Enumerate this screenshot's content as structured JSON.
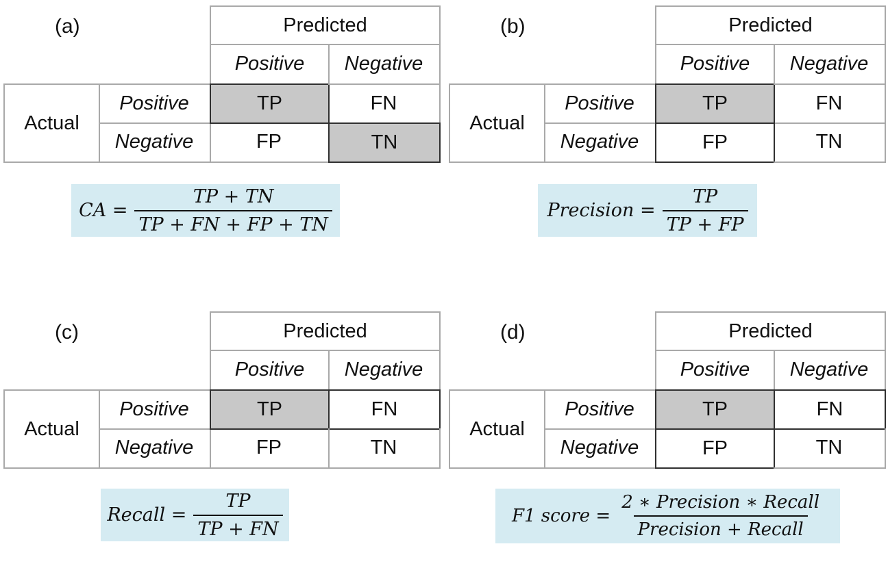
{
  "panels": [
    {
      "label": "(a)",
      "header": "Predicted",
      "col_labels": [
        "Positive",
        "Negative"
      ],
      "row_group_label": "Actual",
      "row_labels": [
        "Positive",
        "Negative"
      ],
      "cells": [
        [
          "TP",
          "FN"
        ],
        [
          "FP",
          "TN"
        ]
      ],
      "highlighted": [
        [
          true,
          false
        ],
        [
          false,
          true
        ]
      ],
      "outlined": [
        [
          true,
          false
        ],
        [
          false,
          true
        ]
      ],
      "formula": {
        "lhs": "CA =",
        "numerator": "TP + TN",
        "denominator": "TP + FN + FP + TN"
      }
    },
    {
      "label": "(b)",
      "header": "Predicted",
      "col_labels": [
        "Positive",
        "Negative"
      ],
      "row_group_label": "Actual",
      "row_labels": [
        "Positive",
        "Negative"
      ],
      "cells": [
        [
          "TP",
          "FN"
        ],
        [
          "FP",
          "TN"
        ]
      ],
      "highlighted": [
        [
          true,
          false
        ],
        [
          false,
          false
        ]
      ],
      "outlined": [
        [
          true,
          false
        ],
        [
          true,
          false
        ]
      ],
      "formula": {
        "lhs": "Precision =",
        "numerator": "TP",
        "denominator": "TP + FP"
      }
    },
    {
      "label": "(c)",
      "header": "Predicted",
      "col_labels": [
        "Positive",
        "Negative"
      ],
      "row_group_label": "Actual",
      "row_labels": [
        "Positive",
        "Negative"
      ],
      "cells": [
        [
          "TP",
          "FN"
        ],
        [
          "FP",
          "TN"
        ]
      ],
      "highlighted": [
        [
          true,
          false
        ],
        [
          false,
          false
        ]
      ],
      "outlined": [
        [
          true,
          true
        ],
        [
          false,
          false
        ]
      ],
      "formula": {
        "lhs": "Recall =",
        "numerator": "TP",
        "denominator": "TP + FN"
      }
    },
    {
      "label": "(d)",
      "header": "Predicted",
      "col_labels": [
        "Positive",
        "Negative"
      ],
      "row_group_label": "Actual",
      "row_labels": [
        "Positive",
        "Negative"
      ],
      "cells": [
        [
          "TP",
          "FN"
        ],
        [
          "FP",
          "TN"
        ]
      ],
      "highlighted": [
        [
          true,
          false
        ],
        [
          false,
          false
        ]
      ],
      "outlined": [
        [
          true,
          true
        ],
        [
          true,
          false
        ]
      ],
      "formula": {
        "lhs": "F1 score =",
        "numerator": "2 ∗ Precision ∗ Recall",
        "denominator": "Precision + Recall"
      }
    }
  ],
  "colors": {
    "highlight": "#c8c8c8",
    "formula_bg": "#d5ebf2",
    "grid": "#a9a9a9",
    "outline": "#303030"
  }
}
